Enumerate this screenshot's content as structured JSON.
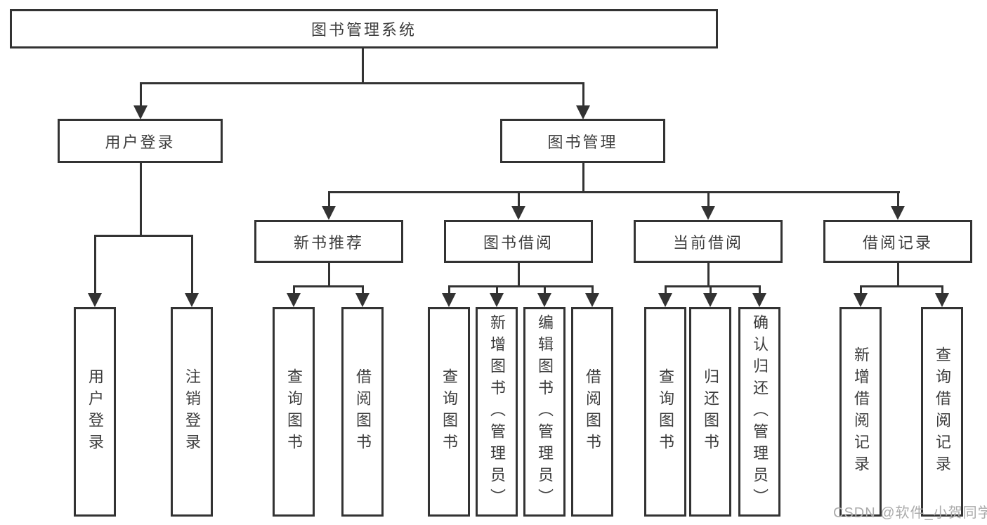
{
  "nodes": {
    "root": "图书管理系统",
    "user_login": "用户登录",
    "book_management": "图书管理",
    "new_book_recommend": "新书推荐",
    "book_borrowing": "图书借阅",
    "current_borrowing": "当前借阅",
    "borrowing_records": "借阅记录",
    "leaf_user_login": "用户登录",
    "leaf_logout_login": "注销登录",
    "leaf_recommend_query_books": "查询图书",
    "leaf_recommend_borrow_books": "借阅图书",
    "leaf_borrowing_query_books": "查询图书",
    "leaf_borrowing_add_books": "新增图书（管理员）",
    "leaf_borrowing_edit_books": "编辑图书（管理员）",
    "leaf_borrowing_borrow_books": "借阅图书",
    "leaf_current_query_books": "查询图书",
    "leaf_current_return_books": "归还图书",
    "leaf_current_confirm_return": "确认归还（管理员）",
    "leaf_records_add_record": "新增借阅记录",
    "leaf_records_query_record": "查询借阅记录"
  },
  "watermark": "CSDN @软件_小贺同学",
  "colors": {
    "line": "#333333",
    "text": "#3d3d3d",
    "watermark": "#ababab",
    "background": "#ffffff"
  }
}
